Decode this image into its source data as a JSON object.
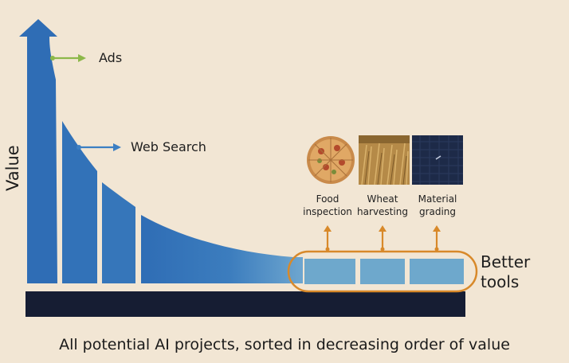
{
  "diagram": {
    "y_axis_label": "Value",
    "arrow_labels": {
      "ads": "Ads",
      "web_search": "Web Search"
    },
    "applications": [
      {
        "label": "Food inspection",
        "line1": "Food",
        "line2": "inspection",
        "image": "pizza"
      },
      {
        "label": "Wheat harvesting",
        "line1": "Wheat",
        "line2": "harvesting",
        "image": "wheat-field"
      },
      {
        "label": "Material grading",
        "line1": "Material",
        "line2": "grading",
        "image": "fabric-texture"
      }
    ],
    "group_label": {
      "line1": "Better",
      "line2": "tools"
    },
    "footer": "All potential AI projects, sorted in decreasing order of value"
  },
  "colors": {
    "background": "#f2e6d4",
    "curve_blue": "#2f6db5",
    "tail_blue": "#5e9ccf",
    "box_blue": "#6ea8cc",
    "base_bar": "#161d33",
    "ads_arrow": "#8db84a",
    "web_arrow": "#3c7fc3",
    "orange": "#d8892a"
  }
}
